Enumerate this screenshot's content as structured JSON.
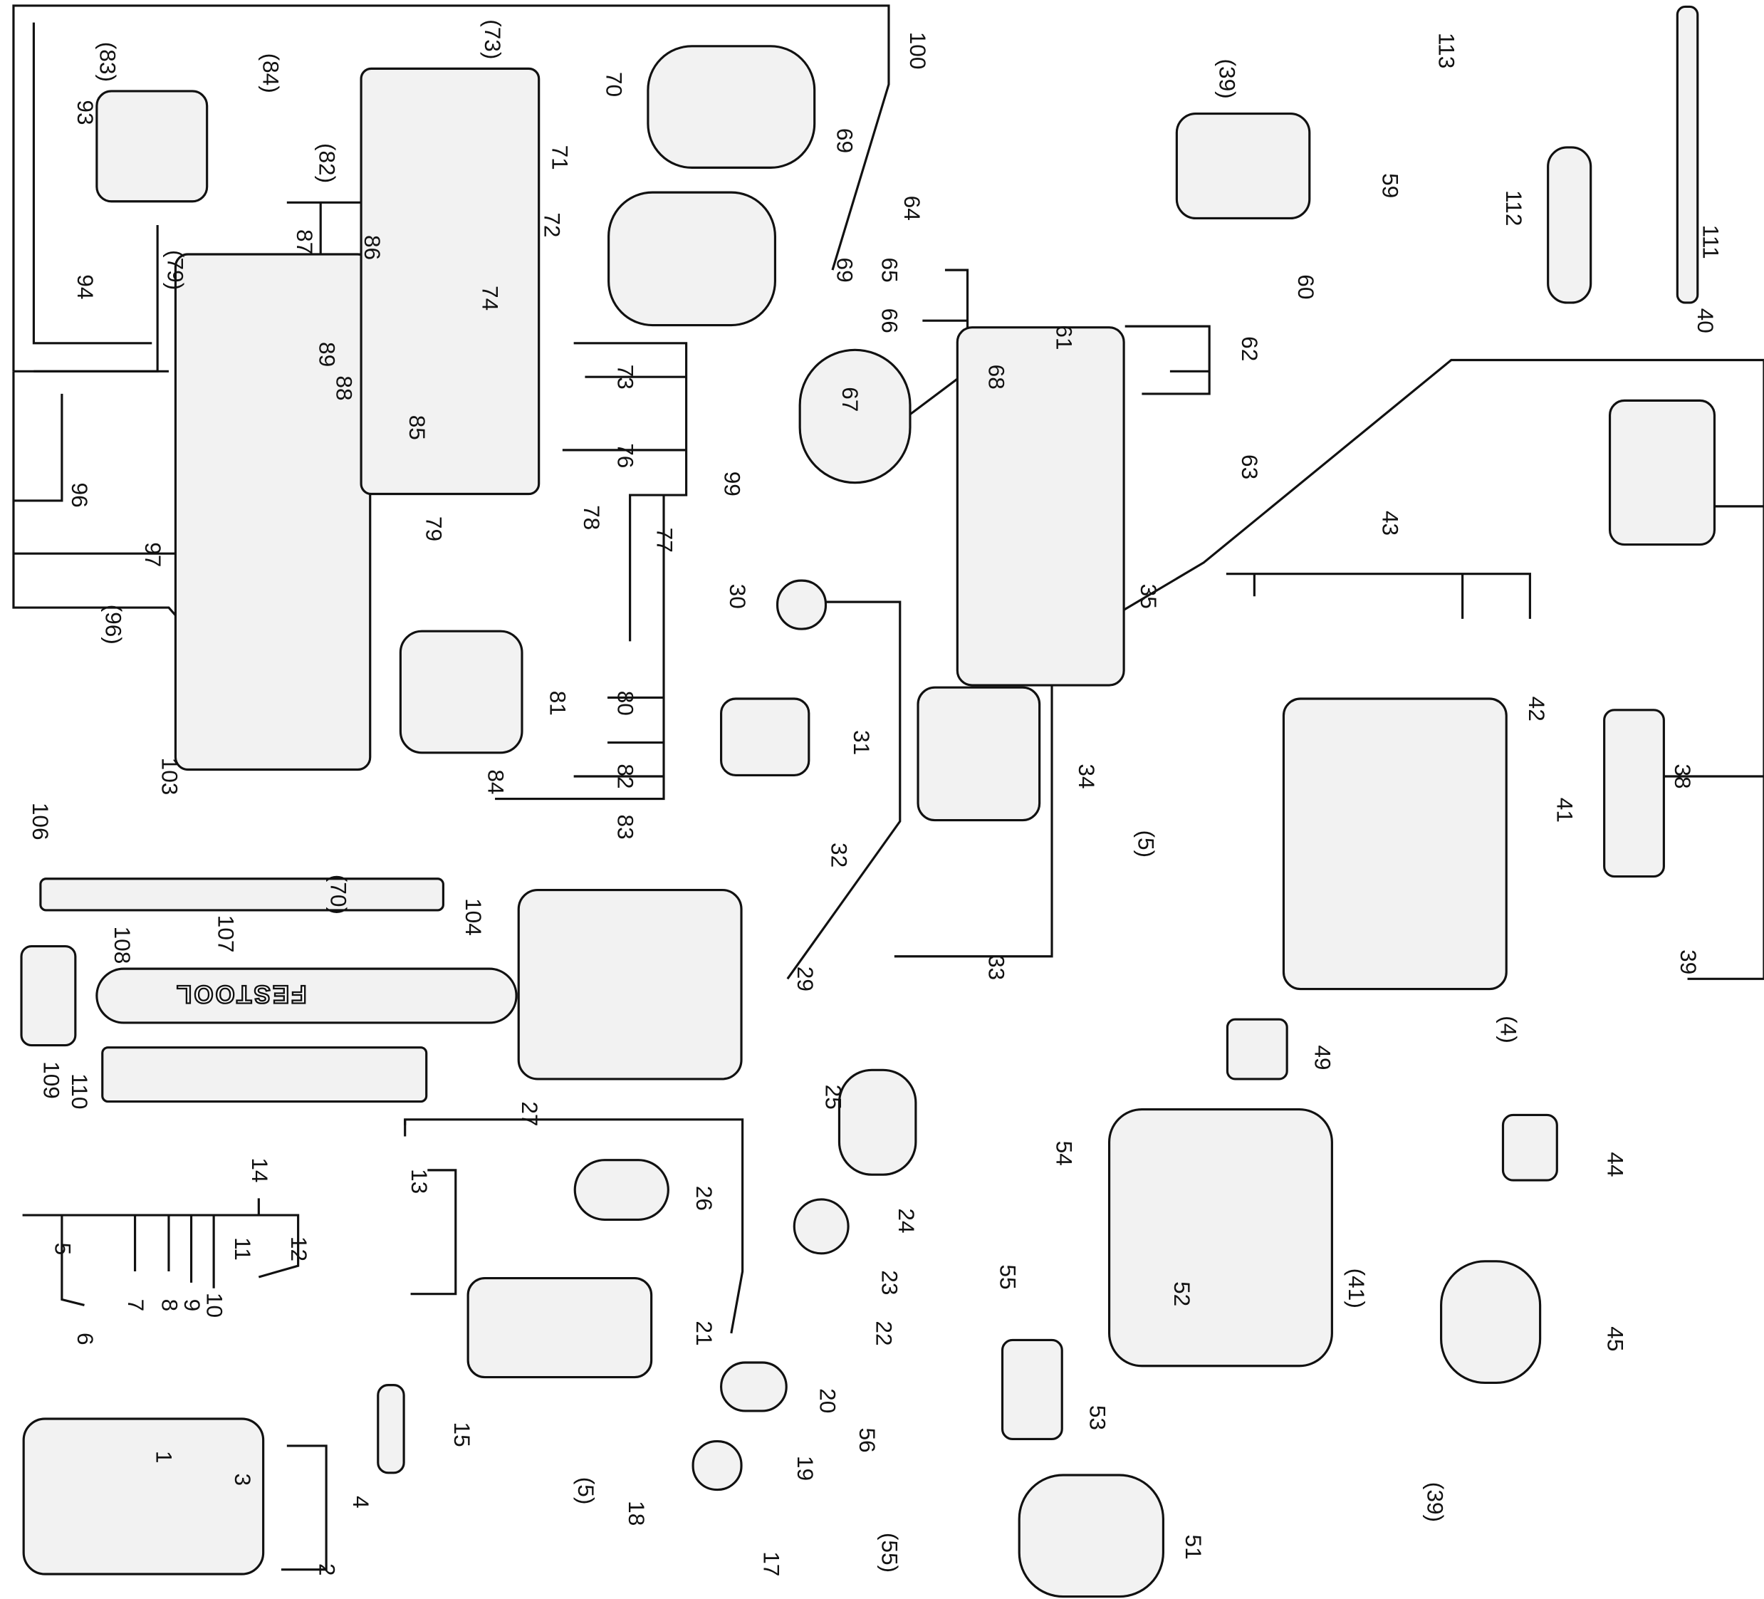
{
  "diagram": {
    "type": "exploded-parts-diagram",
    "brand_on_bar": "FESTOOL",
    "labels": [
      "(83)",
      "(84)",
      "93",
      "(73)",
      "70",
      "100",
      "69",
      "(82)",
      "71",
      "72",
      "94",
      "(79)",
      "87",
      "86",
      "74",
      "69",
      "64",
      "65",
      "66",
      "67",
      "68",
      "89",
      "88",
      "85",
      "73",
      "76",
      "99",
      "96",
      "97",
      "79",
      "78",
      "77",
      "(96)",
      "81",
      "80",
      "84",
      "82",
      "83",
      "103",
      "106",
      "104",
      "(70)",
      "108",
      "107",
      "109",
      "110",
      "30",
      "31",
      "32",
      "29",
      "33",
      "25",
      "27",
      "26",
      "13",
      "14",
      "5",
      "11",
      "12",
      "7",
      "8",
      "9",
      "10",
      "6",
      "24",
      "23",
      "21",
      "22",
      "20",
      "15",
      "1",
      "3",
      "4",
      "2",
      "19",
      "18",
      "(5)",
      "17",
      "113",
      "112",
      "111",
      "(39)",
      "59",
      "60",
      "61",
      "62",
      "63",
      "40",
      "35",
      "34",
      "43",
      "42",
      "41",
      "38",
      "39",
      "(5)",
      "(4)",
      "49",
      "44",
      "54",
      "55",
      "52",
      "(41)",
      "45",
      "53",
      "56",
      "(39)",
      "(55)",
      "51"
    ]
  }
}
